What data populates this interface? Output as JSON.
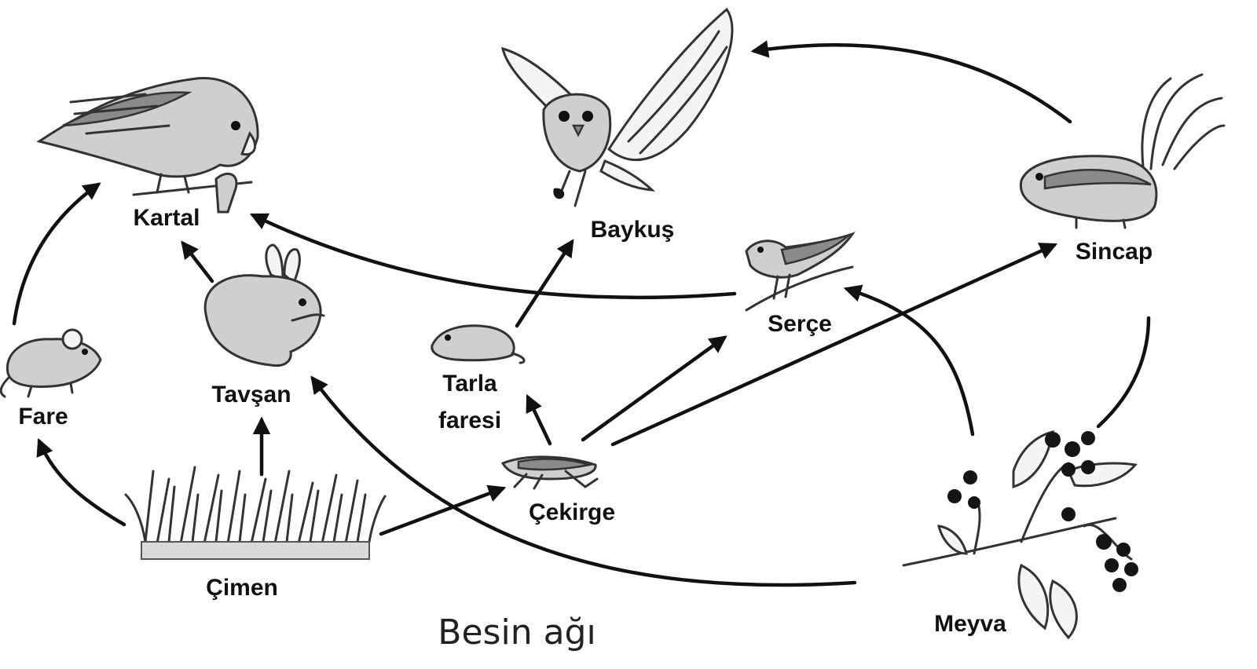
{
  "diagram": {
    "caption": "Besin ağı",
    "organisms": {
      "kartal": "Kartal",
      "baykus": "Baykuş",
      "sincap": "Sincap",
      "serce": "Serçe",
      "tavsan": "Tavşan",
      "fare": "Fare",
      "tarla_faresi_line1": "Tarla",
      "tarla_faresi_line2": "faresi",
      "cekirge": "Çekirge",
      "cimen": "Çimen",
      "meyva": "Meyva"
    },
    "arrows": [
      {
        "from": "Çimen",
        "to": "Fare"
      },
      {
        "from": "Çimen",
        "to": "Tavşan"
      },
      {
        "from": "Çimen",
        "to": "Çekirge"
      },
      {
        "from": "Fare",
        "to": "Kartal"
      },
      {
        "from": "Tavşan",
        "to": "Kartal"
      },
      {
        "from": "Serçe",
        "to": "Kartal"
      },
      {
        "from": "Çekirge",
        "to": "Tarla faresi"
      },
      {
        "from": "Çekirge",
        "to": "Serçe"
      },
      {
        "from": "Çekirge",
        "to": "Sincap"
      },
      {
        "from": "Tarla faresi",
        "to": "Baykuş"
      },
      {
        "from": "Sincap",
        "to": "Baykuş"
      },
      {
        "from": "Meyva",
        "to": "Serçe"
      },
      {
        "from": "Meyva",
        "to": "Tavşan"
      },
      {
        "from": "Meyva",
        "to": "Sincap"
      }
    ]
  }
}
